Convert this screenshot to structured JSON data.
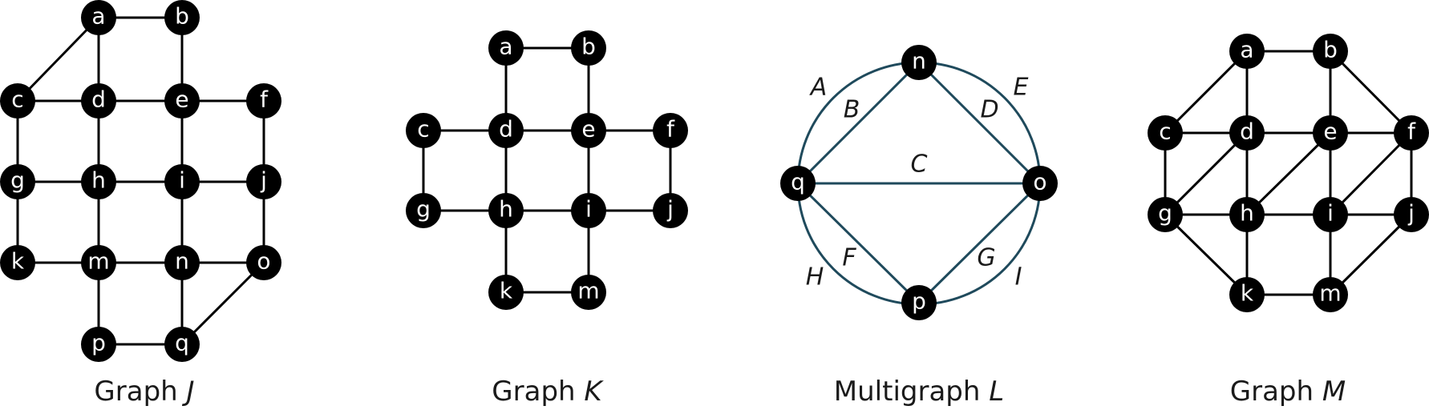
{
  "colors": {
    "node_fill": "#000000",
    "node_text": "#ffffff",
    "edge": "#000000",
    "multigraph_edge": "#1f4a5c",
    "text": "#1a1a1a"
  },
  "graphs": [
    {
      "id": "J",
      "caption": {
        "prefix": "Graph ",
        "var": "J"
      },
      "nodes": [
        "a",
        "b",
        "c",
        "d",
        "e",
        "f",
        "g",
        "h",
        "i",
        "j",
        "k",
        "m",
        "n",
        "o",
        "p",
        "q"
      ],
      "edges": [
        [
          "a",
          "b"
        ],
        [
          "a",
          "c"
        ],
        [
          "a",
          "d"
        ],
        [
          "b",
          "e"
        ],
        [
          "c",
          "d"
        ],
        [
          "d",
          "e"
        ],
        [
          "e",
          "f"
        ],
        [
          "c",
          "g"
        ],
        [
          "d",
          "h"
        ],
        [
          "e",
          "i"
        ],
        [
          "f",
          "j"
        ],
        [
          "g",
          "h"
        ],
        [
          "h",
          "i"
        ],
        [
          "i",
          "j"
        ],
        [
          "g",
          "k"
        ],
        [
          "h",
          "m"
        ],
        [
          "i",
          "n"
        ],
        [
          "j",
          "o"
        ],
        [
          "k",
          "m"
        ],
        [
          "m",
          "n"
        ],
        [
          "n",
          "o"
        ],
        [
          "m",
          "p"
        ],
        [
          "n",
          "q"
        ],
        [
          "o",
          "q"
        ],
        [
          "p",
          "q"
        ]
      ]
    },
    {
      "id": "K",
      "caption": {
        "prefix": "Graph ",
        "var": "K"
      },
      "nodes": [
        "a",
        "b",
        "c",
        "d",
        "e",
        "f",
        "g",
        "h",
        "i",
        "j",
        "k",
        "m"
      ],
      "edges": [
        [
          "a",
          "b"
        ],
        [
          "a",
          "d"
        ],
        [
          "b",
          "e"
        ],
        [
          "c",
          "d"
        ],
        [
          "d",
          "e"
        ],
        [
          "e",
          "f"
        ],
        [
          "c",
          "g"
        ],
        [
          "d",
          "h"
        ],
        [
          "e",
          "i"
        ],
        [
          "f",
          "j"
        ],
        [
          "g",
          "h"
        ],
        [
          "h",
          "i"
        ],
        [
          "i",
          "j"
        ],
        [
          "h",
          "k"
        ],
        [
          "i",
          "m"
        ],
        [
          "k",
          "m"
        ]
      ]
    },
    {
      "id": "L",
      "caption": {
        "prefix": "Multigraph ",
        "var": "L"
      },
      "nodes": [
        "n",
        "o",
        "p",
        "q"
      ],
      "edges": [
        {
          "from": "q",
          "to": "n",
          "label": "B"
        },
        {
          "from": "n",
          "to": "o",
          "label": "D"
        },
        {
          "from": "q",
          "to": "o",
          "label": "C"
        },
        {
          "from": "q",
          "to": "p",
          "label": "F"
        },
        {
          "from": "p",
          "to": "o",
          "label": "G"
        }
      ],
      "arc_edges": [
        {
          "from": "q",
          "to": "n",
          "label": "A"
        },
        {
          "from": "n",
          "to": "o",
          "label": "E"
        },
        {
          "from": "p",
          "to": "q",
          "label": "H"
        },
        {
          "from": "o",
          "to": "p",
          "label": "I"
        }
      ]
    },
    {
      "id": "M",
      "caption": {
        "prefix": "Graph ",
        "var": "M"
      },
      "nodes": [
        "a",
        "b",
        "c",
        "d",
        "e",
        "f",
        "g",
        "h",
        "i",
        "j",
        "k",
        "m"
      ],
      "edges": [
        [
          "a",
          "b"
        ],
        [
          "a",
          "c"
        ],
        [
          "a",
          "d"
        ],
        [
          "b",
          "e"
        ],
        [
          "b",
          "f"
        ],
        [
          "c",
          "d"
        ],
        [
          "d",
          "e"
        ],
        [
          "e",
          "f"
        ],
        [
          "c",
          "g"
        ],
        [
          "d",
          "g"
        ],
        [
          "d",
          "h"
        ],
        [
          "e",
          "h"
        ],
        [
          "e",
          "i"
        ],
        [
          "f",
          "i"
        ],
        [
          "f",
          "j"
        ],
        [
          "g",
          "h"
        ],
        [
          "h",
          "i"
        ],
        [
          "i",
          "j"
        ],
        [
          "g",
          "k"
        ],
        [
          "h",
          "k"
        ],
        [
          "i",
          "m"
        ],
        [
          "j",
          "m"
        ],
        [
          "k",
          "m"
        ]
      ]
    }
  ]
}
